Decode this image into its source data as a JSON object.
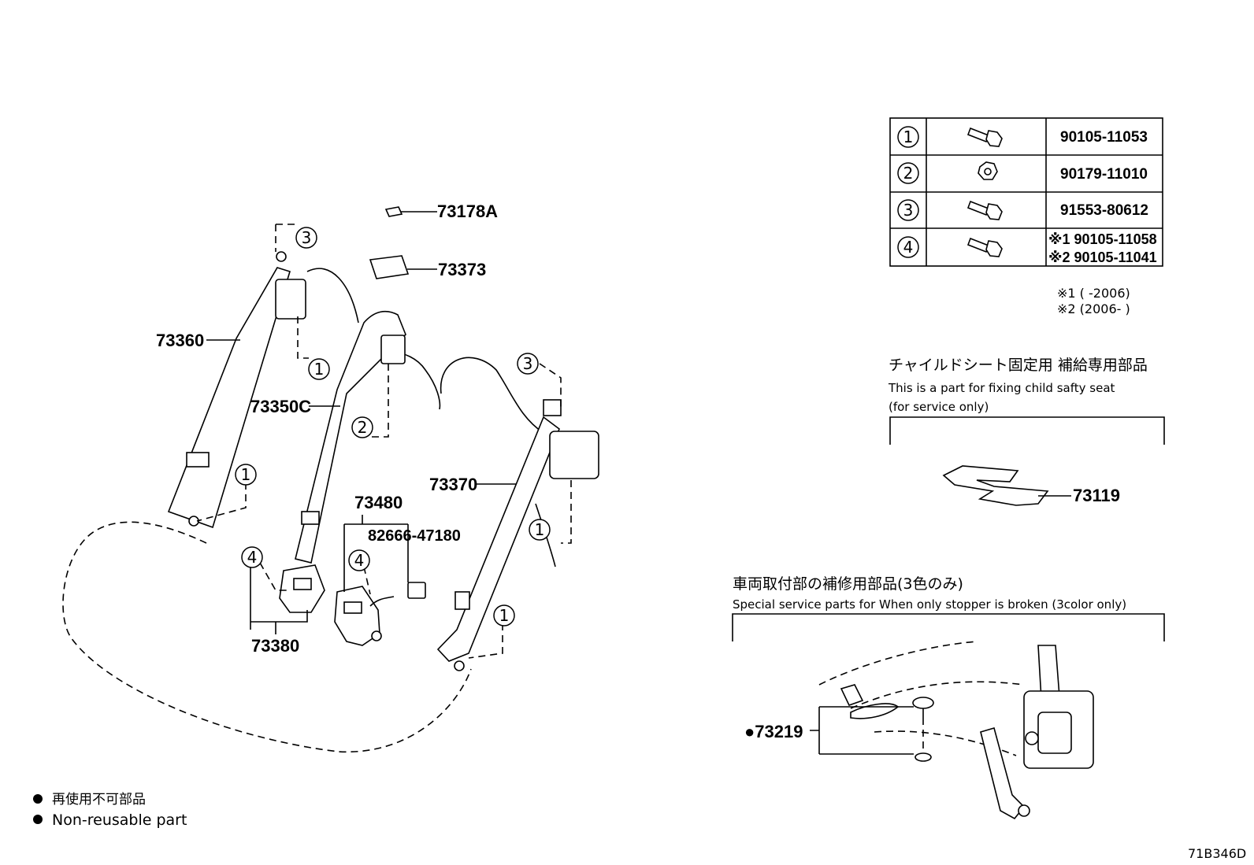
{
  "drawing_id": "71B346D",
  "parts": {
    "p73178A": "73178A",
    "p73373": "73373",
    "p73360": "73360",
    "p73350C": "73350C",
    "p73370": "73370",
    "p73480": "73480",
    "p82666": "82666-47180",
    "p73380": "73380",
    "p73119": "73119",
    "p73219": "●73219"
  },
  "fastener_table": [
    {
      "ref": "1",
      "part_no": "90105-11053"
    },
    {
      "ref": "2",
      "part_no": "90179-11010"
    },
    {
      "ref": "3",
      "part_no": "91553-80612"
    },
    {
      "ref": "4",
      "part_no_1": "※1 90105-11058",
      "part_no_2": "※2 90105-11041"
    }
  ],
  "footnotes": {
    "note1": "※1 (        -2006)",
    "note2": "※2 (2006-        )"
  },
  "child_seat": {
    "title_jp": "チャイルドシート固定用  補給専用部品",
    "title_en1": "This is a part for fixing child safty seat",
    "title_en2": "(for service only)"
  },
  "stopper": {
    "title_jp": "車両取付部の補修用部品(3色のみ)",
    "title_en": "Special service parts for When only stopper is broken (3color only)"
  },
  "legend": {
    "jp": "再使用不可部品",
    "en": "Non-reusable part"
  }
}
